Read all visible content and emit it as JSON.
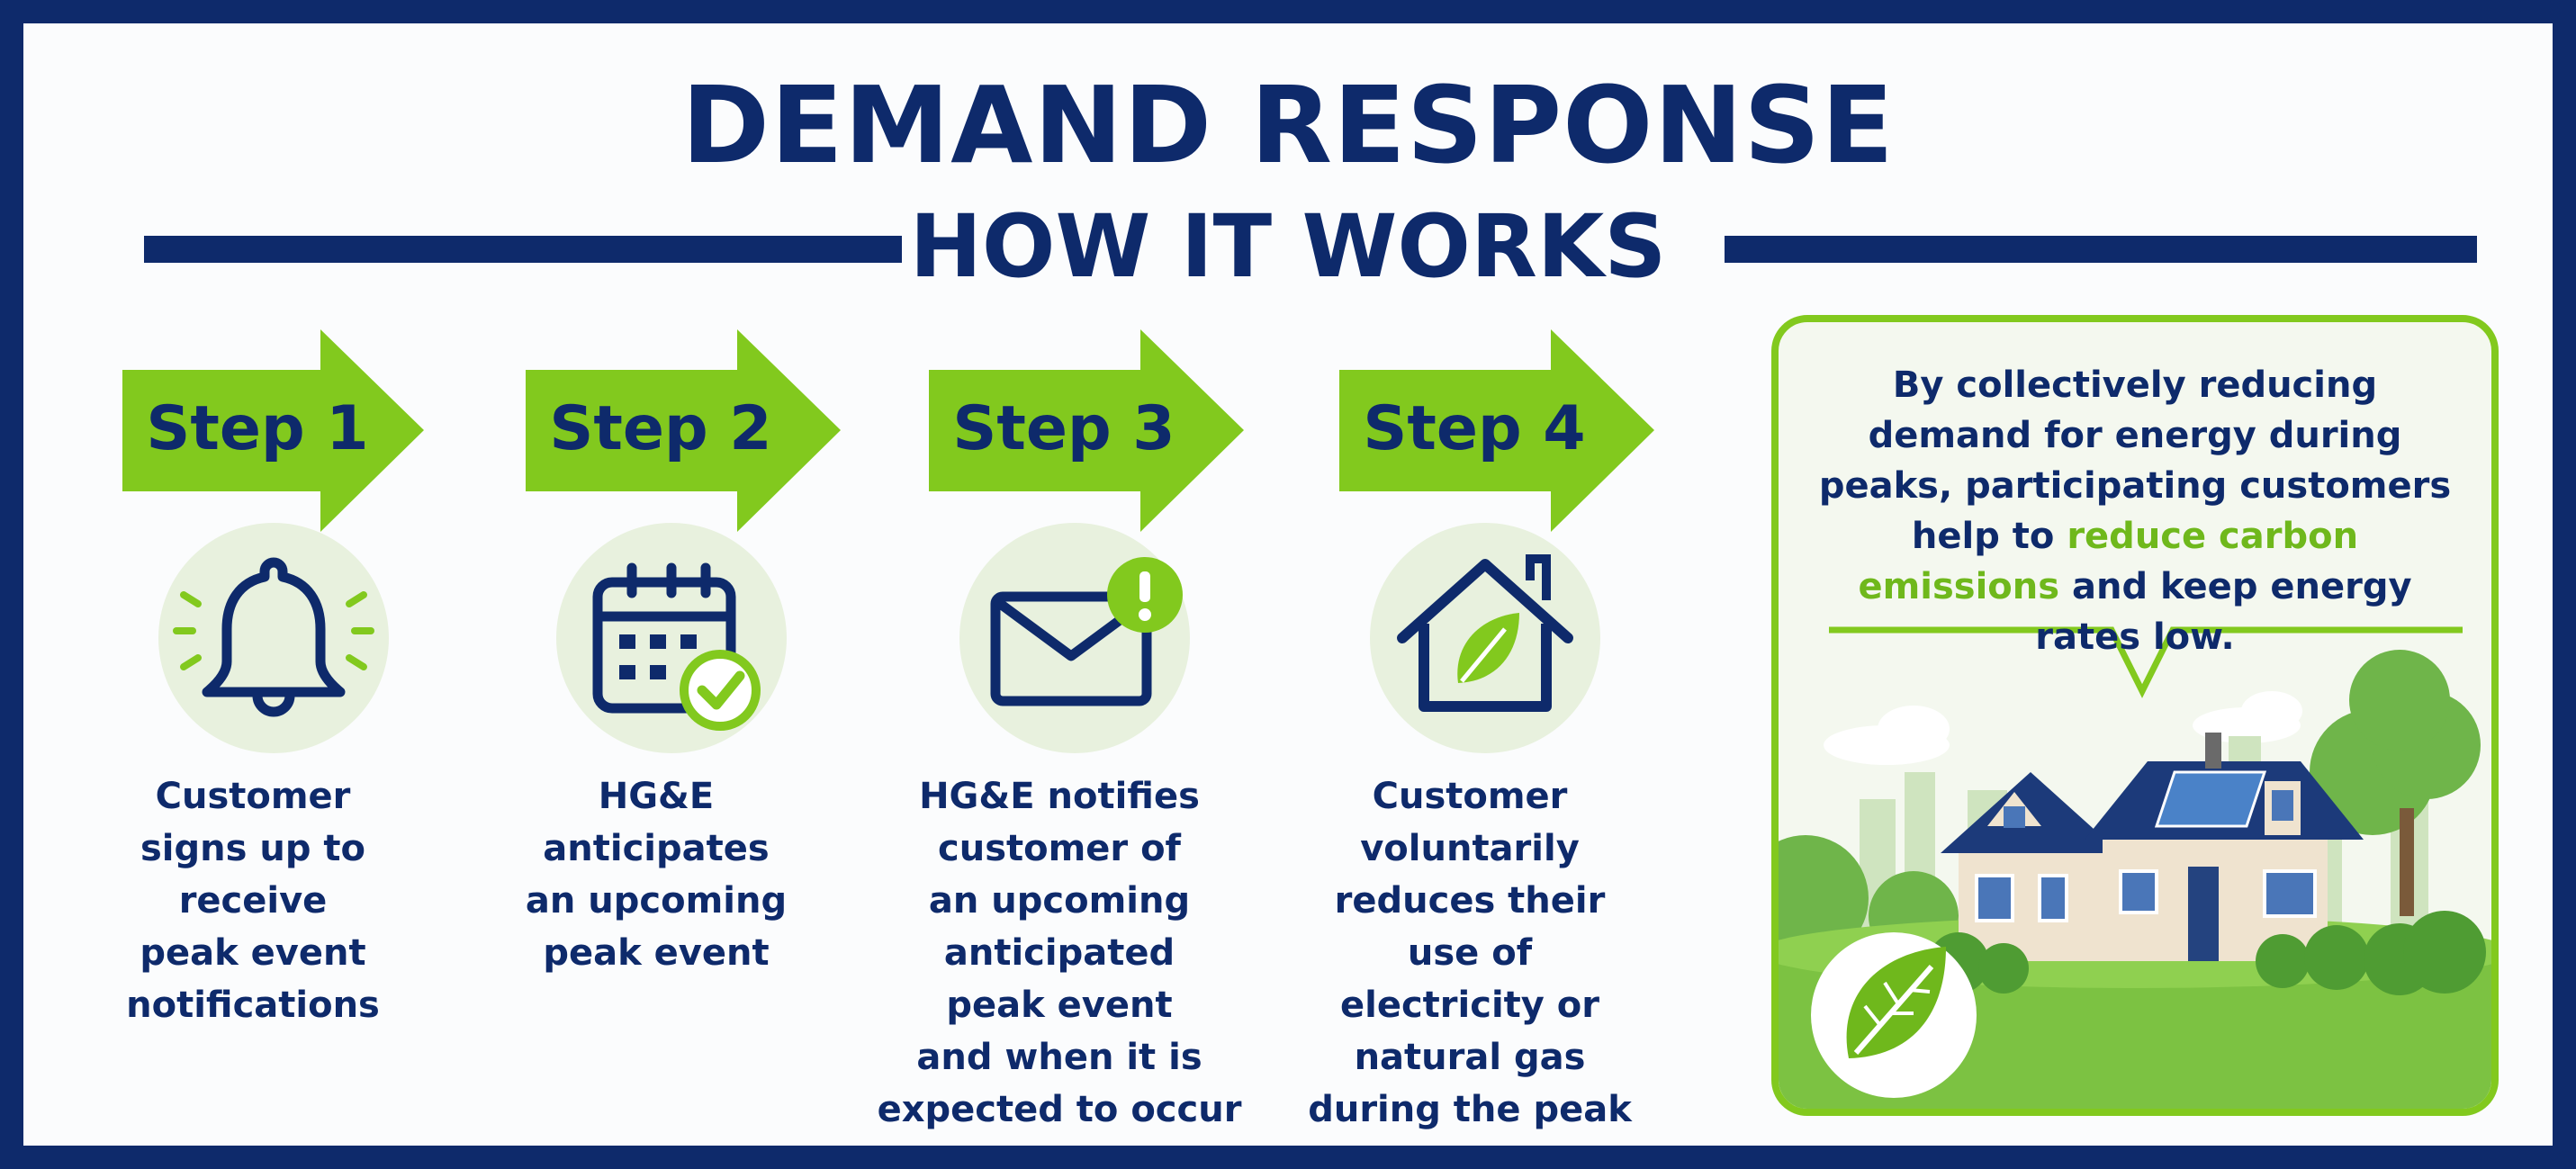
{
  "title": "DEMAND RESPONSE",
  "subtitle": "HOW IT WORKS",
  "colors": {
    "navy": "#0e2a6b",
    "green": "#82c91e",
    "light_green": "#e8f1de"
  },
  "steps": [
    {
      "label": "Step 1",
      "icon": "bell-icon",
      "text": "Customer\nsigns up to\nreceive\npeak event\nnotifications"
    },
    {
      "label": "Step 2",
      "icon": "calendar-check-icon",
      "text": "HG&E\nanticipates\nan upcoming\npeak event"
    },
    {
      "label": "Step 3",
      "icon": "envelope-alert-icon",
      "text": "HG&E notifies\ncustomer of\nan upcoming\nanticipated\npeak event\nand when it is\nexpected to occur"
    },
    {
      "label": "Step 4",
      "icon": "house-leaf-icon",
      "text": "Customer\nvoluntarily\nreduces their\nuse of\nelectricity or\nnatural gas\nduring the peak"
    }
  ],
  "panel": {
    "text_before": "By collectively reducing demand for energy during peaks, participating customers help to",
    "highlight": "reduce carbon emissions",
    "text_after": "and keep energy rates low."
  }
}
